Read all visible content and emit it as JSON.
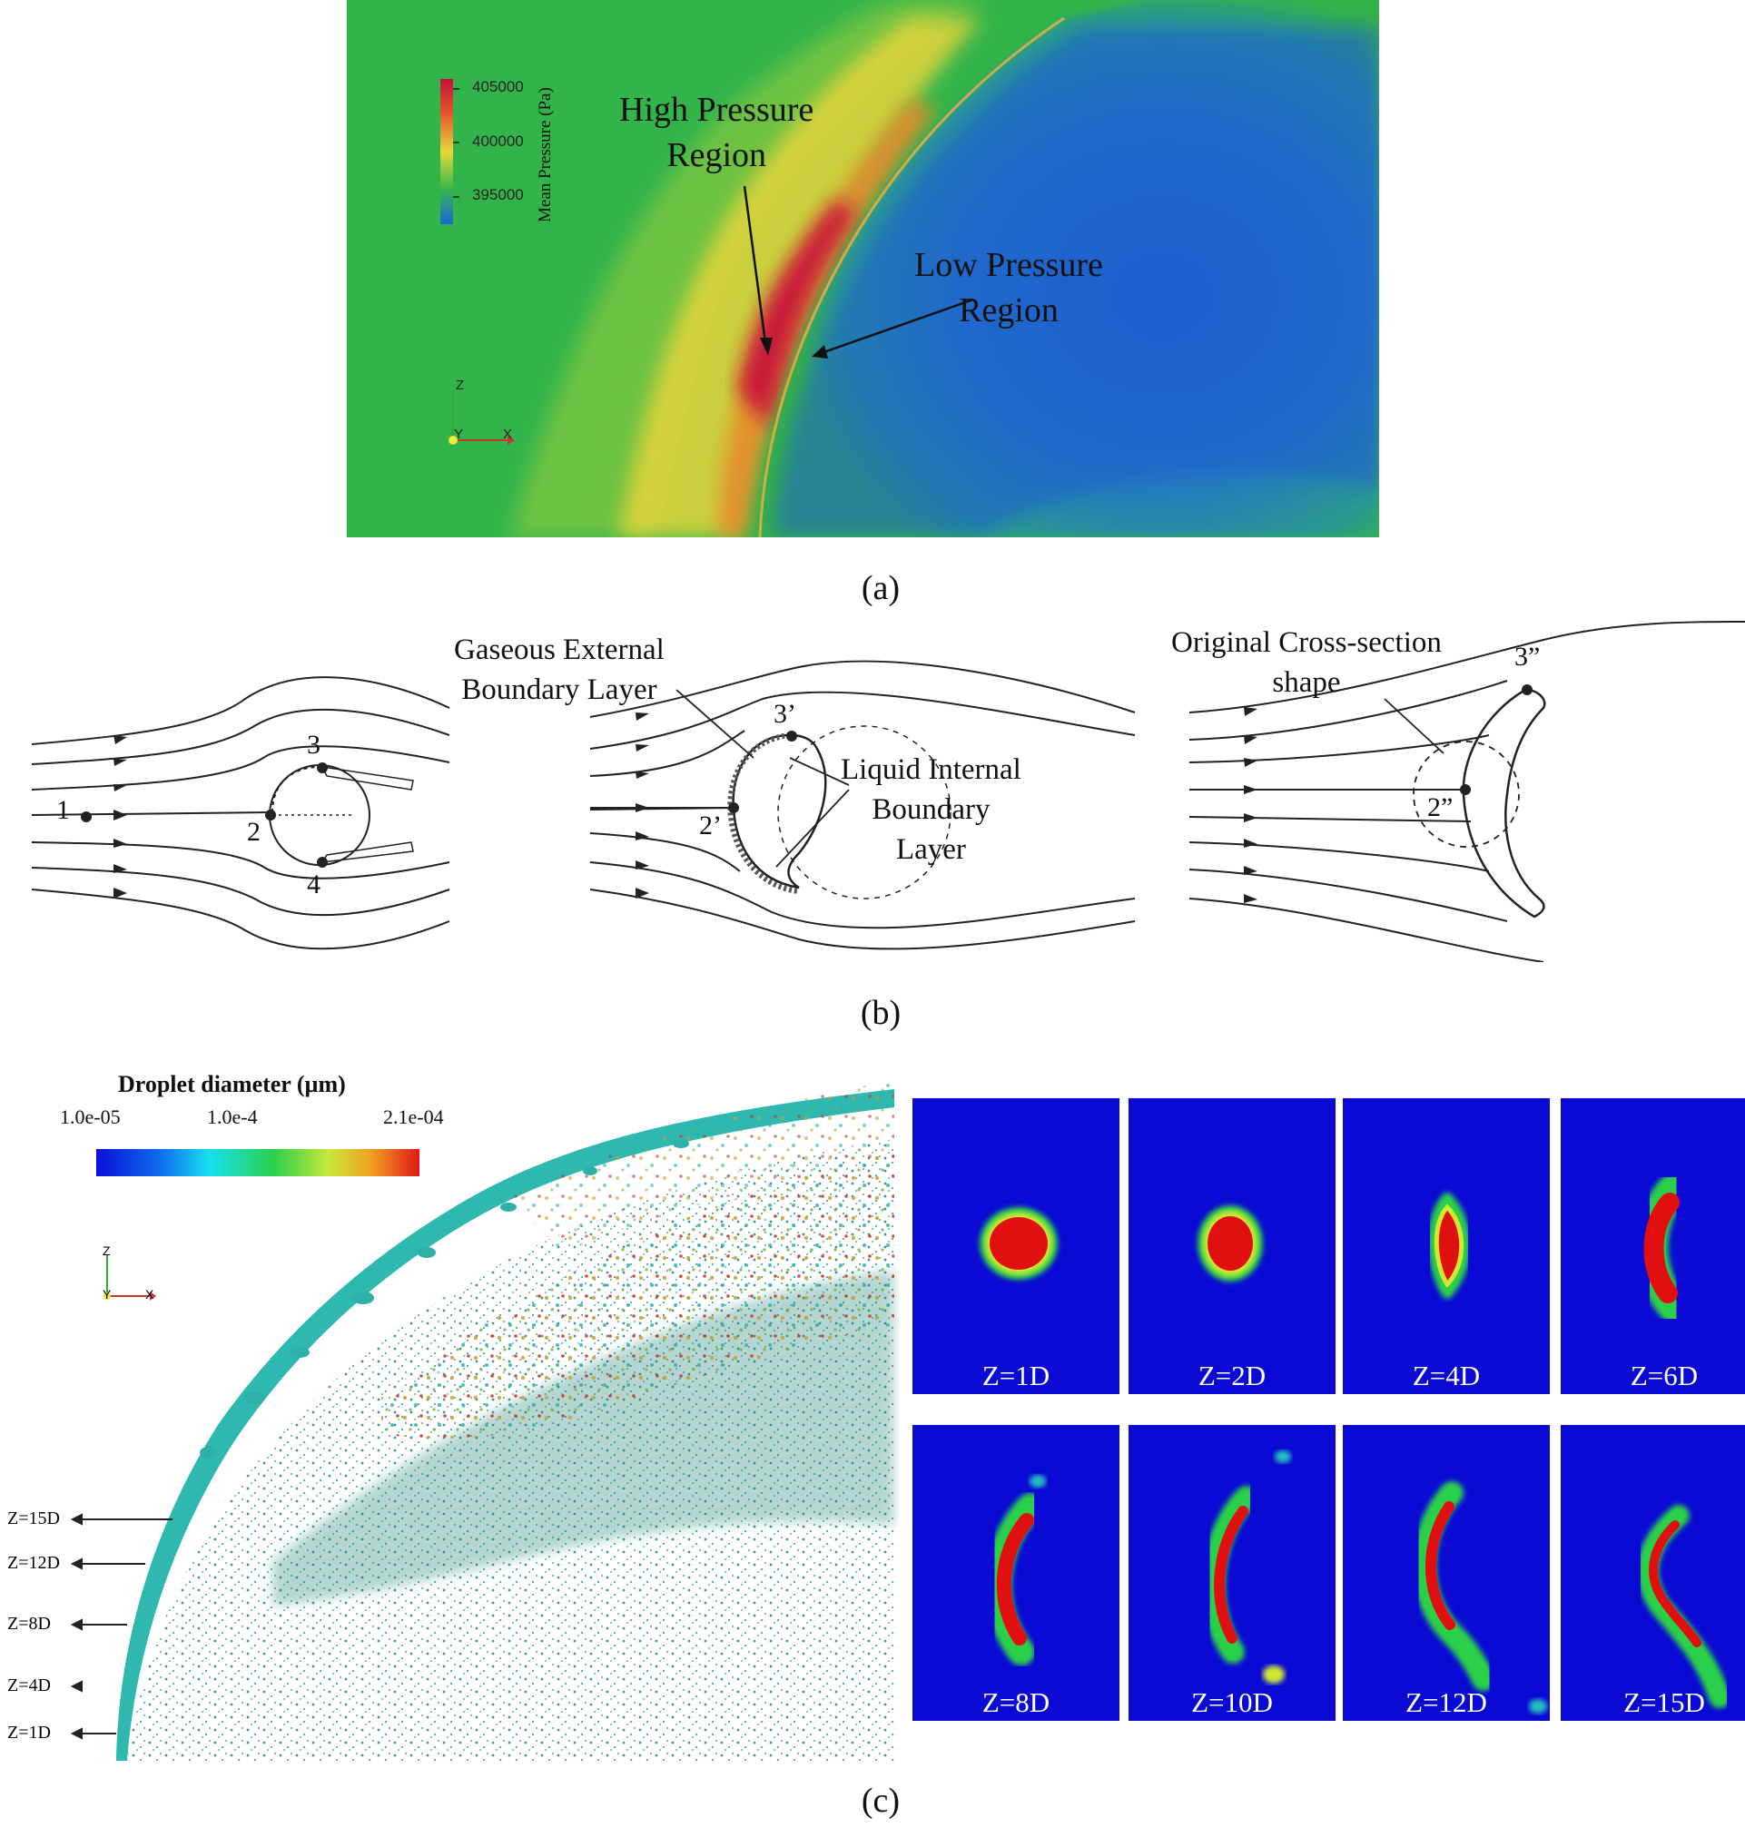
{
  "panel_a": {
    "caption": "(a)",
    "colorbar_title": "Mean Pressure (Pa)",
    "colorbar_ticks": [
      "405000",
      "400000",
      "395000"
    ],
    "high_pressure_label": "High Pressure\nRegion",
    "low_pressure_label": "Low Pressure\nRegion",
    "axis_z": "Z",
    "axis_y": "Y",
    "axis_x": "X"
  },
  "panel_b": {
    "caption": "(b)",
    "gaseous_label": "Gaseous External\nBoundary Layer",
    "liquid_label": "Liquid Internal\nBoundary\nLayer",
    "original_label": "Original Cross-section\nshape",
    "points_stage1": [
      "1",
      "2",
      "3",
      "4"
    ],
    "points_stage2": [
      "2’",
      "3’"
    ],
    "points_stage3": [
      "2”",
      "3”"
    ]
  },
  "panel_c": {
    "caption": "(c)",
    "colorbar_title": "Droplet diameter (µm)",
    "colorbar_ticks": [
      "1.0e-05",
      "1.0e-4",
      "2.1e-04"
    ],
    "axis_z": "Z",
    "axis_y": "Y",
    "axis_x": "X",
    "z_markers": [
      "Z=15D",
      "Z=12D",
      "Z=8D",
      "Z=4D",
      "Z=1D"
    ],
    "cross_sections": [
      "Z=1D",
      "Z=2D",
      "Z=4D",
      "Z=6D",
      "Z=8D",
      "Z=10D",
      "Z=12D",
      "Z=15D"
    ]
  },
  "colors": {
    "pressure_high": "#c0123a",
    "pressure_mid": "#e6d23a",
    "pressure_field": "#34b24a",
    "pressure_low": "#1f5fd0",
    "tile_background": "#0a0ad4",
    "liquid_core": "#e01010"
  }
}
